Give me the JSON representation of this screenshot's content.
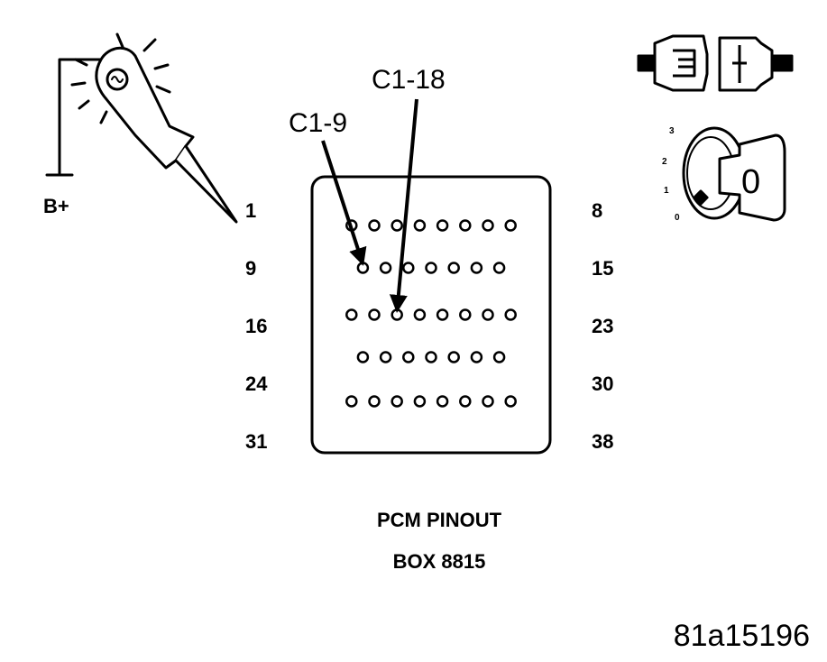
{
  "supply": {
    "label": "B+"
  },
  "connector": {
    "rows": [
      {
        "start_label": "1",
        "end_label": "8",
        "pin_count": 8
      },
      {
        "start_label": "9",
        "end_label": "15",
        "pin_count": 7
      },
      {
        "start_label": "16",
        "end_label": "23",
        "pin_count": 8
      },
      {
        "start_label": "24",
        "end_label": "30",
        "pin_count": 7
      },
      {
        "start_label": "31",
        "end_label": "38",
        "pin_count": 8
      }
    ]
  },
  "callouts": [
    {
      "label": "C1-9",
      "row": 1,
      "pin": 0
    },
    {
      "label": "C1-18",
      "row": 2,
      "pin": 2
    }
  ],
  "caption": {
    "line1": "PCM PINOUT",
    "line2": "BOX 8815"
  },
  "reference_id": "81a15196",
  "ignition": {
    "positions": [
      "3",
      "2",
      "1",
      "0"
    ],
    "key_face": "0"
  },
  "icons": {
    "test_light": "test-light-probe-icon",
    "connector": "disconnected-connector-icon",
    "ignition": "ignition-key-off-icon"
  }
}
